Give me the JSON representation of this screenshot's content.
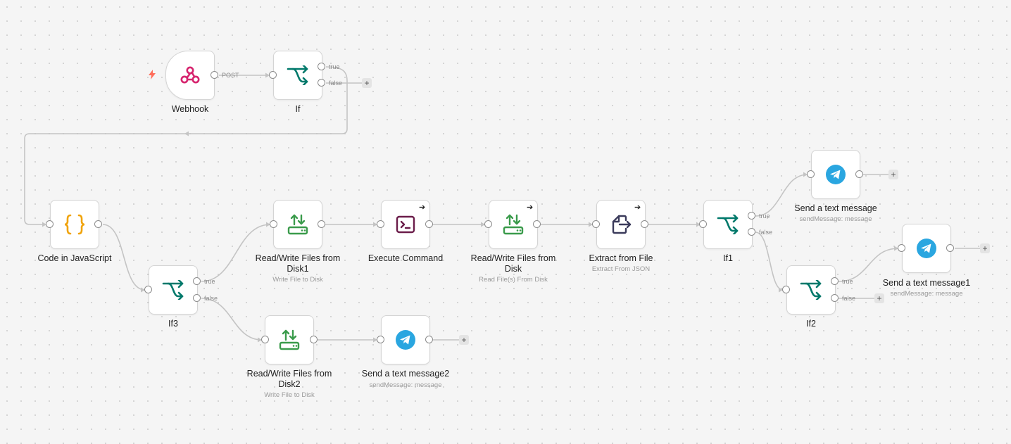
{
  "canvas": {
    "accent": "#ff6d5a"
  },
  "nodes": {
    "webhook": {
      "label": "Webhook",
      "icon": "webhook-icon",
      "color": "#d6246e",
      "port_label": "POST"
    },
    "if": {
      "label": "If",
      "icon": "branch-icon",
      "color": "#00796b",
      "true_label": "true",
      "false_label": "false"
    },
    "code_js": {
      "label": "Code in JavaScript",
      "icon": "code-braces-icon",
      "color": "#f0a30a"
    },
    "if3": {
      "label": "If3",
      "icon": "branch-icon",
      "true_label": "true",
      "false_label": "false"
    },
    "rw_disk1": {
      "label": "Read/Write Files from Disk1",
      "sublabel": "Write File to Disk",
      "icon": "file-transfer-icon",
      "color": "#3a9b4b"
    },
    "exec_cmd": {
      "label": "Execute Command",
      "icon": "terminal-icon",
      "color": "#6b1d4a"
    },
    "rw_disk": {
      "label": "Read/Write Files from Disk",
      "sublabel": "Read File(s) From Disk",
      "icon": "file-transfer-icon"
    },
    "extract": {
      "label": "Extract from File",
      "sublabel": "Extract From JSON",
      "icon": "file-export-icon",
      "color": "#3b3b5b"
    },
    "if1": {
      "label": "If1",
      "icon": "branch-icon",
      "true_label": "true",
      "false_label": "false"
    },
    "send_msg": {
      "label": "Send a text message",
      "sublabel": "sendMessage: message",
      "icon": "telegram-icon",
      "color": "#2aa6e0"
    },
    "if2": {
      "label": "If2",
      "icon": "branch-icon",
      "true_label": "true",
      "false_label": "false"
    },
    "send_msg1": {
      "label": "Send a text message1",
      "sublabel": "sendMessage: message",
      "icon": "telegram-icon"
    },
    "rw_disk2": {
      "label": "Read/Write Files from Disk2",
      "sublabel": "Write File to Disk",
      "icon": "file-transfer-icon"
    },
    "send_msg2": {
      "label": "Send a text message2",
      "sublabel": "sendMessage: message",
      "icon": "telegram-icon"
    }
  },
  "add_button": "+",
  "run_arrow": "➔"
}
